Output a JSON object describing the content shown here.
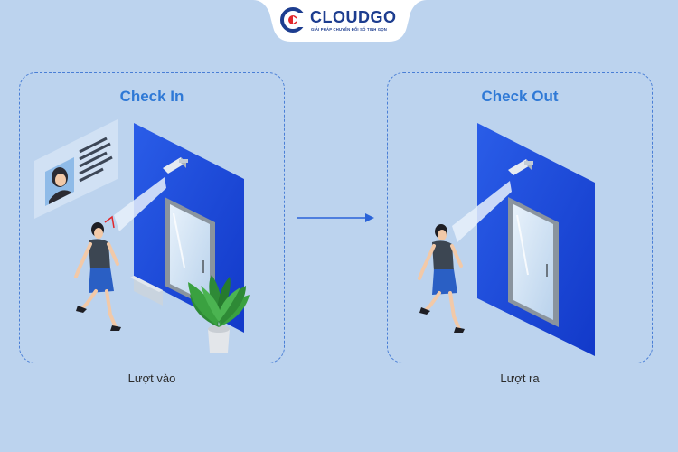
{
  "logo": {
    "name": "CLOUDGO",
    "tagline": "GIẢI PHÁP CHUYỂN ĐỔI SỐ TINH GỌN",
    "brand_color": "#1d3d8f",
    "accent_color": "#e2262b"
  },
  "check_in": {
    "title": "Check In",
    "caption": "Lượt vào"
  },
  "check_out": {
    "title": "Check Out",
    "caption": "Lượt ra"
  },
  "colors": {
    "background": "#bcd3ee",
    "panel_border": "#4a7fd6",
    "title": "#2f79d6",
    "wall": "#1f4fe0",
    "arrow": "#2a63d8"
  },
  "icons": [
    "logo-c-icon",
    "camera-icon",
    "id-card-icon",
    "avatar-icon",
    "door-icon",
    "person-icon",
    "plant-icon",
    "arrow-right-icon"
  ]
}
